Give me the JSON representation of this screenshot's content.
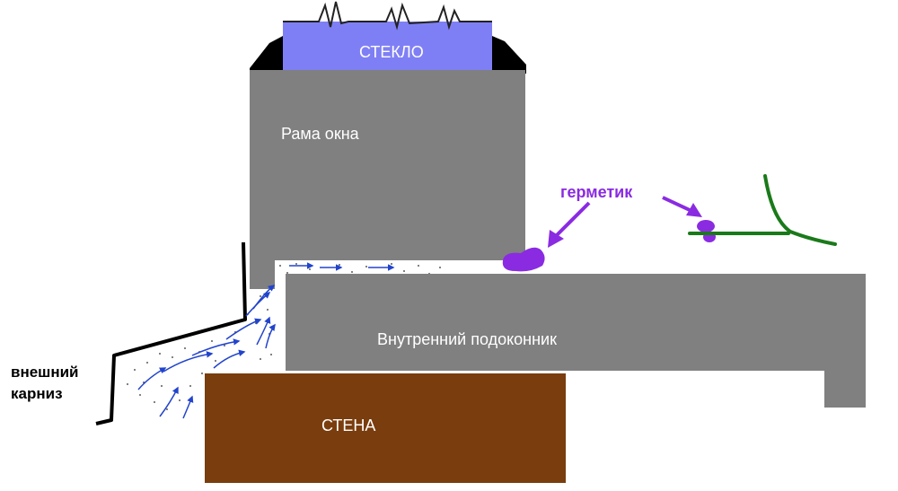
{
  "labels": {
    "glass": "СТЕКЛО",
    "frame": "Рама окна",
    "sealant": "герметик",
    "inner_sill": "Внутренний подоконник",
    "wall": "СТЕНА",
    "outer_cornice_line1": "внешний",
    "outer_cornice_line2": "карниз"
  },
  "colors": {
    "glass": "#7f7ff5",
    "frame": "#808080",
    "sill": "#808080",
    "wall": "#7a3d0d",
    "sealant": "#8a2be2",
    "airflow": "#2244cc",
    "cornice": "#000000",
    "plant": "#1a7a1a",
    "label_light": "#ffffff",
    "label_dark": "#000000"
  }
}
